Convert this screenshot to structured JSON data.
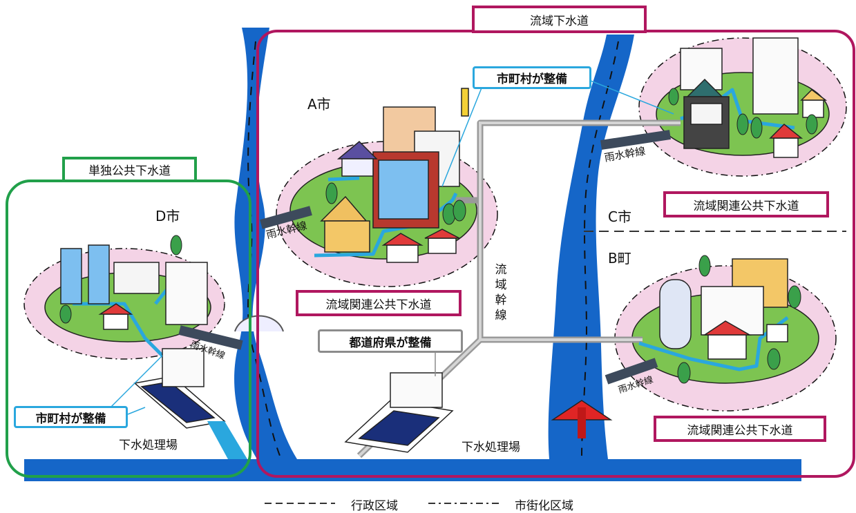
{
  "regions": {
    "regional_sewerage": "流域下水道",
    "single_public_sewerage": "単独公共下水道"
  },
  "cities": {
    "a": "A市",
    "b": "B町",
    "c": "C市",
    "d": "D市"
  },
  "labels": {
    "related_sewerage_a": "流域関連公共下水道",
    "related_sewerage_c": "流域関連公共下水道",
    "related_sewerage_b": "流域関連公共下水道",
    "municipality_builds_a": "市町村が整備",
    "municipality_builds_d": "市町村が整備",
    "prefecture_builds": "都道府県が整備",
    "trunk_line_vertical": "流域幹線",
    "rain_trunk_a": "雨水幹線",
    "rain_trunk_c": "雨水幹線",
    "rain_trunk_b": "雨水幹線",
    "rain_trunk_d": "雨水幹線",
    "treatment_plant_main": "下水処理場",
    "treatment_plant_d": "下水処理場"
  },
  "legend": {
    "admin_area": "行政区域",
    "urbanization_area": "市街化区域"
  },
  "colors": {
    "river": "#1566c8",
    "pipe_blue": "#2aa7de",
    "pipe_gray": "#a8a8a8",
    "regional_border": "#b0175f",
    "single_border": "#21a04a",
    "island_green": "#7dc451",
    "urban_pink": "#f4d3e6"
  }
}
